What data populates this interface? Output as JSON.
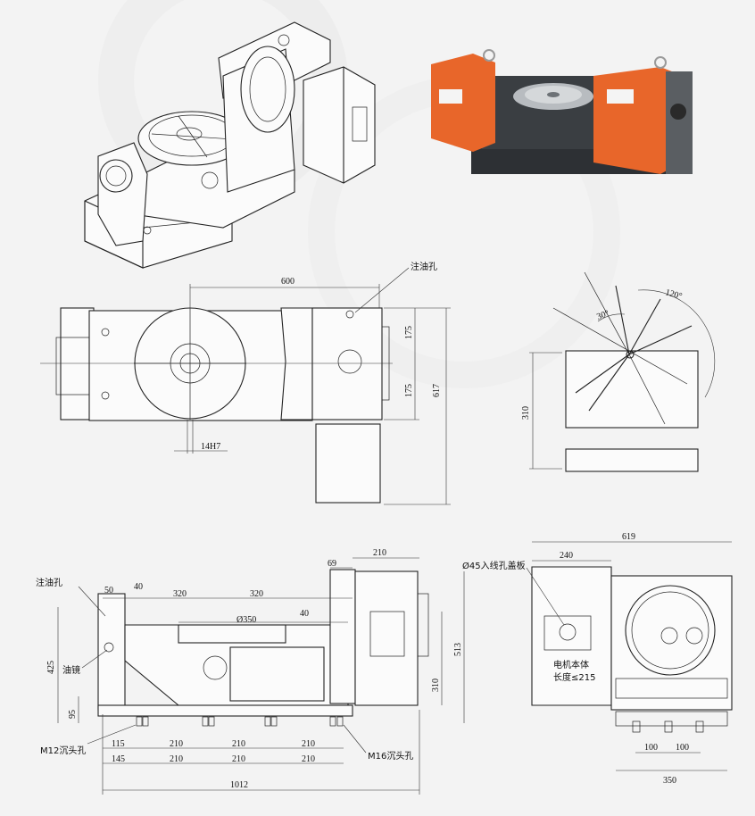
{
  "colors": {
    "background": "#f3f3f3",
    "line": "#222222",
    "photo_orange": "#e8662a",
    "photo_dark": "#3a3e42"
  },
  "labels": {
    "top_oil_hole": "注油孔",
    "dim_600": "600",
    "dim_175a": "175",
    "dim_175b": "175",
    "dim_617": "617",
    "dim_14h7": "14H7",
    "angle_120": "120°",
    "angle_30": "30°",
    "dim_310_side": "310",
    "dim_69": "69",
    "dim_210_top": "210",
    "front_oil_hole": "注油孔",
    "dim_50": "50",
    "dim_40a": "40",
    "dim_320a": "320",
    "dim_320b": "320",
    "dim_phi350": "Ø350",
    "dim_40b": "40",
    "dim_425": "425",
    "oil_mirror": "油镜",
    "dim_95": "95",
    "dim_513": "513",
    "dim_310_front": "310",
    "m12": "M12沉头孔",
    "m16": "M16沉头孔",
    "row1": [
      "115",
      "210",
      "210",
      "210"
    ],
    "row2": [
      "145",
      "210",
      "210",
      "210"
    ],
    "dim_1012": "1012",
    "dim_619": "619",
    "dim_240": "240",
    "phi45": "Ø45入线孔盖板",
    "motor_line1": "电机本体",
    "motor_line2": "长度≤215",
    "dim_100a": "100",
    "dim_100b": "100",
    "dim_350": "350"
  }
}
